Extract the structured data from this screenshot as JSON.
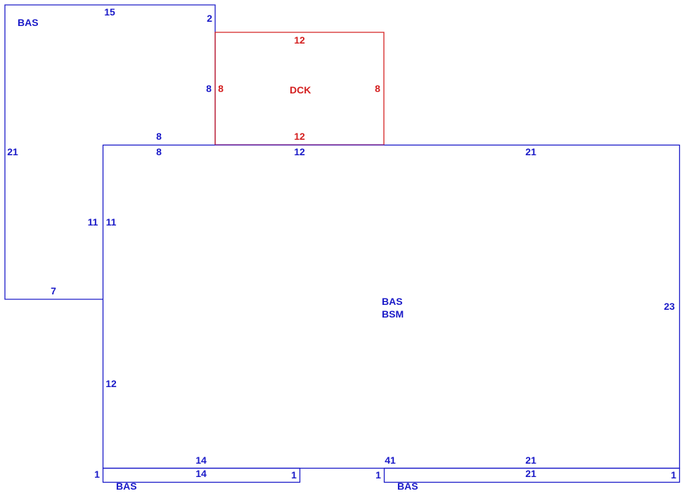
{
  "colors": {
    "main": "#1a1ac8",
    "deck": "#d42020"
  },
  "areas": {
    "upper_left": "BAS",
    "deck": "DCK",
    "main_line1": "BAS",
    "main_line2": "BSM",
    "bottom_left": "BAS",
    "bottom_right": "BAS"
  },
  "dims": {
    "ul_top": "15",
    "ul_top_right": "2",
    "ul_left": "21",
    "ul_bottom": "7",
    "ul_right": "8",
    "ul_notch_top": "8",
    "deck_top": "12",
    "deck_left": "8",
    "deck_right": "8",
    "deck_bottom": "12",
    "main_top_left": "8",
    "main_top_mid": "12",
    "main_top_right": "21",
    "main_left_outer": "11",
    "main_left_inner": "11",
    "main_left_lower": "12",
    "main_right": "23",
    "main_bottom_left": "14",
    "main_bottom_mid": "41",
    "main_bottom_right": "21",
    "bl_top": "14",
    "bl_left": "1",
    "bl_right": "1",
    "br_top": "21",
    "br_left": "1",
    "br_right": "1"
  }
}
